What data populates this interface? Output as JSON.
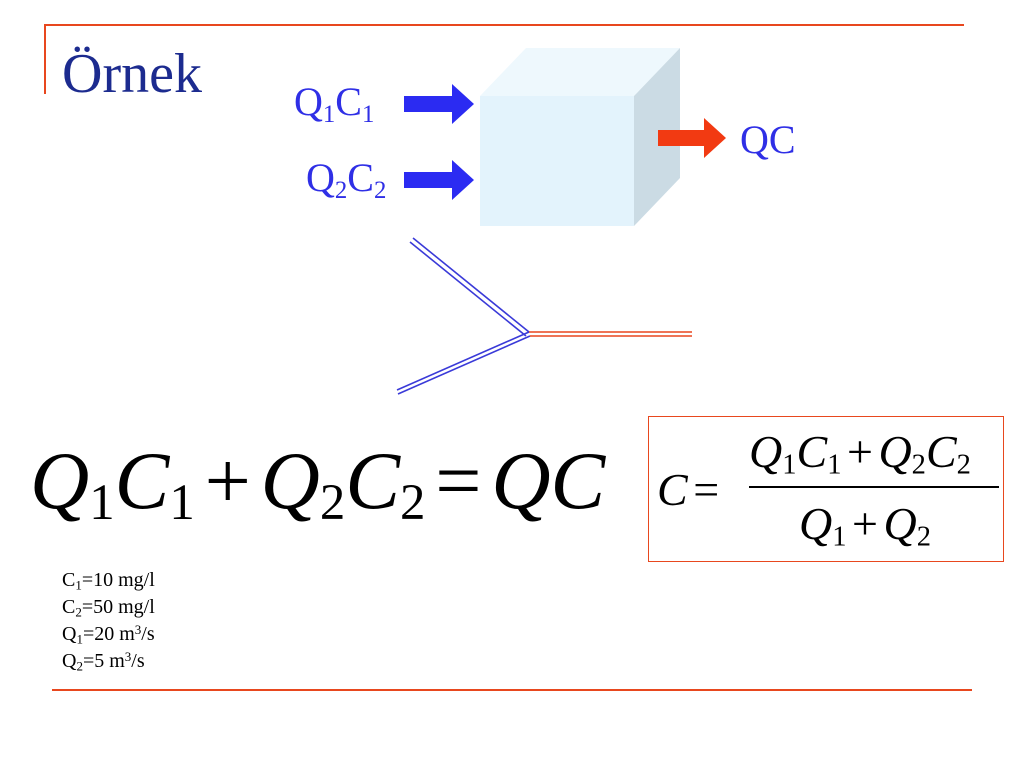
{
  "slide": {
    "title": "Örnek",
    "colors": {
      "title": "#1c2b8f",
      "flow_label": "#2f2fe6",
      "inflow_arrow": "#2b2bf2",
      "outflow_arrow": "#f23a12",
      "rule": "#e8471e",
      "box_front": "#e3f3fc",
      "box_side": "#cbdbe4",
      "box_top": "#eef8fd",
      "junction_inflow": "#3a3ad8",
      "junction_outflow": "#e8471e"
    }
  },
  "diagram": {
    "inflow1": {
      "label_main": "Q",
      "sub1": "1",
      "label_mid": "C",
      "sub2": "1",
      "arrow_icon": "right-arrow-icon"
    },
    "inflow2": {
      "label_main": "Q",
      "sub1": "2",
      "label_mid": "C",
      "sub2": "2",
      "arrow_icon": "right-arrow-icon"
    },
    "outflow": {
      "label": "QC",
      "arrow_icon": "right-arrow-icon"
    }
  },
  "equation": {
    "q": "Q",
    "c": "C",
    "one": "1",
    "two": "2",
    "plus": "+",
    "equals": "=",
    "rhs": "QC"
  },
  "formula": {
    "lhs": "C",
    "equals": "=",
    "q": "Q",
    "c": "C",
    "one": "1",
    "two": "2",
    "plus": "+"
  },
  "params": [
    {
      "sym": "C",
      "sub": "1",
      "value": "=10 mg/l",
      "sup": "",
      "tail": ""
    },
    {
      "sym": "C",
      "sub": "2",
      "value": "=50 mg/l",
      "sup": "",
      "tail": ""
    },
    {
      "sym": "Q",
      "sub": "1",
      "value": "=20 m",
      "sup": "3",
      "tail": "/s"
    },
    {
      "sym": "Q",
      "sub": "2",
      "value": "=5 m",
      "sup": "3",
      "tail": "/s"
    }
  ]
}
